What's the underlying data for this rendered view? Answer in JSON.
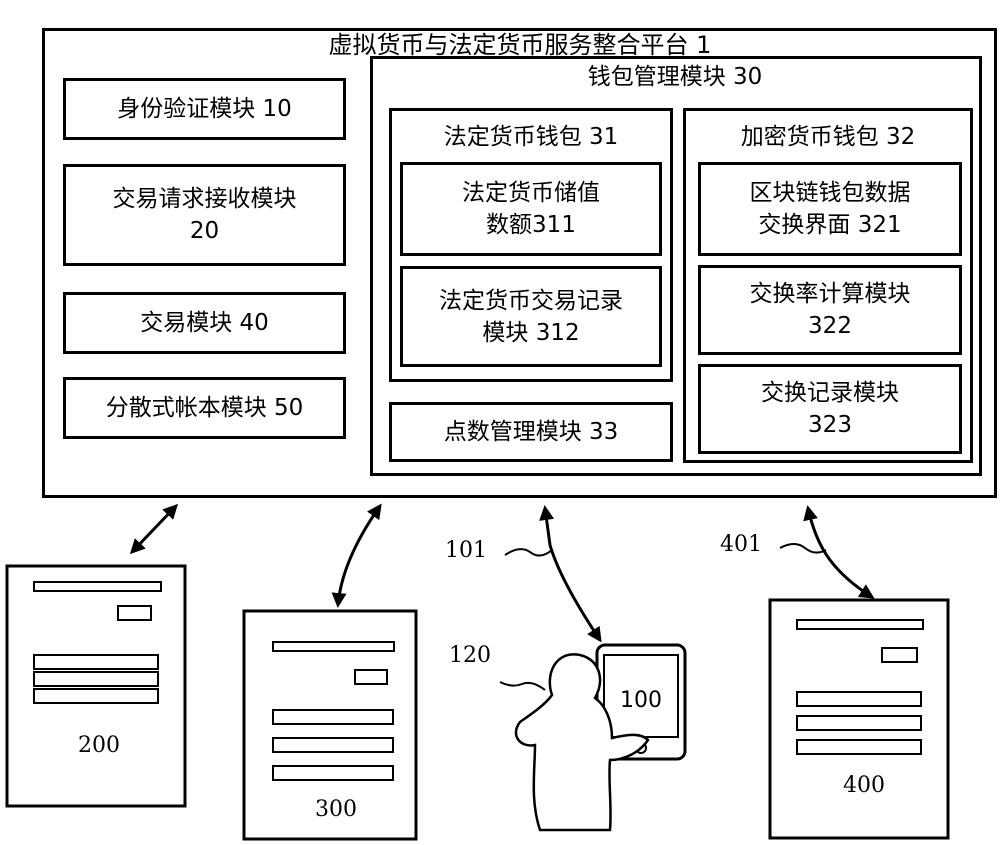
{
  "platform": {
    "title": "虚拟货币与法定货币服务整合平台 1"
  },
  "left_modules": [
    {
      "line1": "身份验证模块 10",
      "line2": ""
    },
    {
      "line1": "交易请求接收模块",
      "line2": "20"
    },
    {
      "line1": "交易模块 40",
      "line2": ""
    },
    {
      "line1": "分散式帐本模块 50",
      "line2": ""
    }
  ],
  "wallet_mgmt": {
    "title": "钱包管理模块 30",
    "fiat_wallet": {
      "title": "法定货币钱包 31",
      "items": [
        {
          "line1": "法定货币储值",
          "line2": "数额311"
        },
        {
          "line1": "法定货币交易记录",
          "line2": "模块  312"
        }
      ]
    },
    "crypto_wallet": {
      "title": "加密货币钱包 32",
      "items": [
        {
          "line1": "区块链钱包数据",
          "line2": "交换界面 321"
        },
        {
          "line1": "交换率计算模块",
          "line2": "322"
        },
        {
          "line1": "交换记录模块",
          "line2": "323"
        }
      ]
    },
    "points": {
      "label": "点数管理模块 33"
    }
  },
  "devices": {
    "d200": "200",
    "d300": "300",
    "d400": "400",
    "d100": "100",
    "ref101": "101",
    "ref120": "120",
    "ref401": "401"
  }
}
